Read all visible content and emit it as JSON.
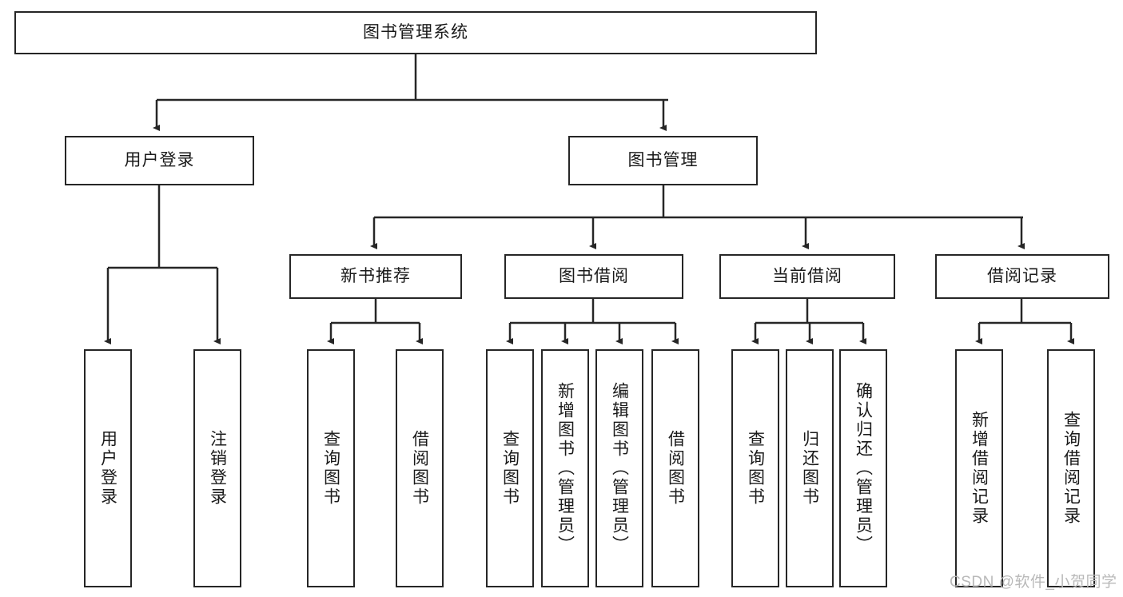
{
  "diagram": {
    "title": "图书管理系统",
    "type": "tree-hierarchy",
    "watermark": "CSDN @软件_小贺同学",
    "colors": {
      "stroke": "#262626",
      "box_fill": "#ffffff",
      "text": "#1a1a1a",
      "watermark": "#b9b9b9",
      "background": "#ffffff"
    },
    "nodes": {
      "root": {
        "label": "图书管理系统",
        "orientation": "horizontal"
      },
      "level2": [
        {
          "id": "user-login",
          "label": "用户登录",
          "orientation": "horizontal"
        },
        {
          "id": "book-manage",
          "label": "图书管理",
          "orientation": "horizontal"
        }
      ],
      "level3": [
        {
          "id": "new-book-recommend",
          "label": "新书推荐",
          "orientation": "horizontal"
        },
        {
          "id": "book-borrow",
          "label": "图书借阅",
          "orientation": "horizontal"
        },
        {
          "id": "current-borrow",
          "label": "当前借阅",
          "orientation": "horizontal"
        },
        {
          "id": "borrow-record",
          "label": "借阅记录",
          "orientation": "horizontal"
        }
      ],
      "leaves": [
        {
          "id": "leaf-user-login",
          "label": "用户登录",
          "parent": "user-login",
          "orientation": "vertical"
        },
        {
          "id": "leaf-user-logout",
          "label": "注销登录",
          "parent": "user-login",
          "orientation": "vertical"
        },
        {
          "id": "leaf-query-book-1",
          "label": "查询图书",
          "parent": "new-book-recommend",
          "orientation": "vertical"
        },
        {
          "id": "leaf-borrow-book-1",
          "label": "借阅图书",
          "parent": "new-book-recommend",
          "orientation": "vertical"
        },
        {
          "id": "leaf-query-book-2",
          "label": "查询图书",
          "parent": "book-borrow",
          "orientation": "vertical"
        },
        {
          "id": "leaf-add-book",
          "label": "新增图书（管理员）",
          "parent": "book-borrow",
          "orientation": "vertical"
        },
        {
          "id": "leaf-edit-book",
          "label": "编辑图书（管理员）",
          "parent": "book-borrow",
          "orientation": "vertical"
        },
        {
          "id": "leaf-borrow-book-2",
          "label": "借阅图书",
          "parent": "book-borrow",
          "orientation": "vertical"
        },
        {
          "id": "leaf-query-book-3",
          "label": "查询图书",
          "parent": "current-borrow",
          "orientation": "vertical"
        },
        {
          "id": "leaf-return-book",
          "label": "归还图书",
          "parent": "current-borrow",
          "orientation": "vertical"
        },
        {
          "id": "leaf-confirm-return",
          "label": "确认归还（管理员）",
          "parent": "current-borrow",
          "orientation": "vertical"
        },
        {
          "id": "leaf-add-record",
          "label": "新增借阅记录",
          "parent": "borrow-record",
          "orientation": "vertical"
        },
        {
          "id": "leaf-query-record",
          "label": "查询借阅记录",
          "parent": "borrow-record",
          "orientation": "vertical"
        }
      ]
    }
  }
}
